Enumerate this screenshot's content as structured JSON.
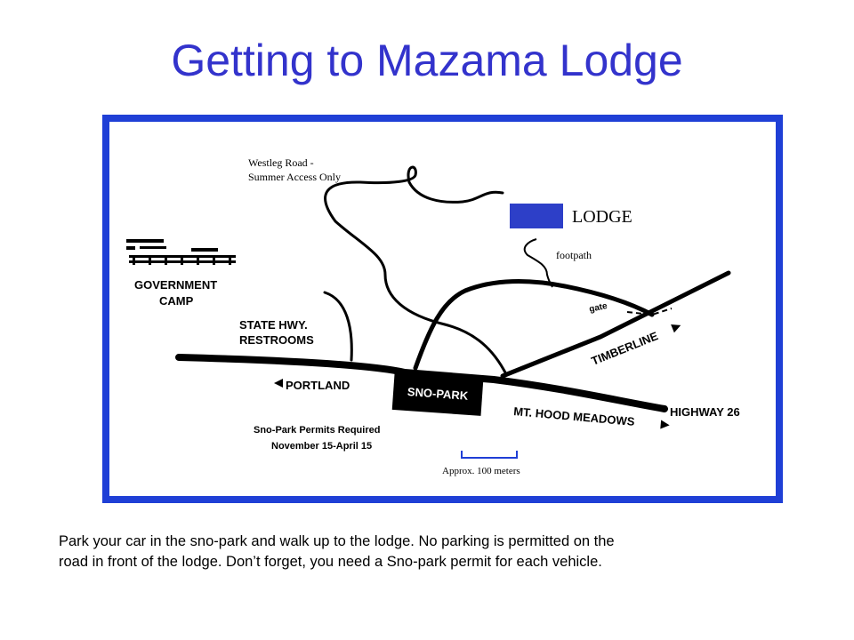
{
  "slide": {
    "title": "Getting to Mazama Lodge",
    "caption": [
      "Park your car in the sno-park and walk up to the lodge. No parking is permitted on the",
      "road in front of the lodge. Don’t forget, you need a Sno-park permit for each vehicle."
    ]
  },
  "map": {
    "labels": {
      "westleg_road_line1": "Westleg Road -",
      "westleg_road_line2": "Summer Access Only",
      "lodge": "LODGE",
      "footpath": "footpath",
      "government_camp_line1": "GOVERNMENT",
      "government_camp_line2": "CAMP",
      "state_hwy_line1": "STATE HWY.",
      "state_hwy_line2": "RESTROOMS",
      "gate": "gate",
      "timberline": "TIMBERLINE",
      "portland": "PORTLAND",
      "sno_park": "SNO-PARK",
      "highway_26": "HIGHWAY 26",
      "mt_hood_meadows": "MT. HOOD MEADOWS",
      "permits_line1": "Sno-Park Permits Required",
      "permits_line2": "November 15-April 15",
      "scale": "Approx. 100 meters"
    }
  },
  "colors": {
    "title": "#3333cc",
    "frame_border": "#1f3fd6",
    "lodge_fill": "#2d3fc8",
    "road": "#000000"
  }
}
